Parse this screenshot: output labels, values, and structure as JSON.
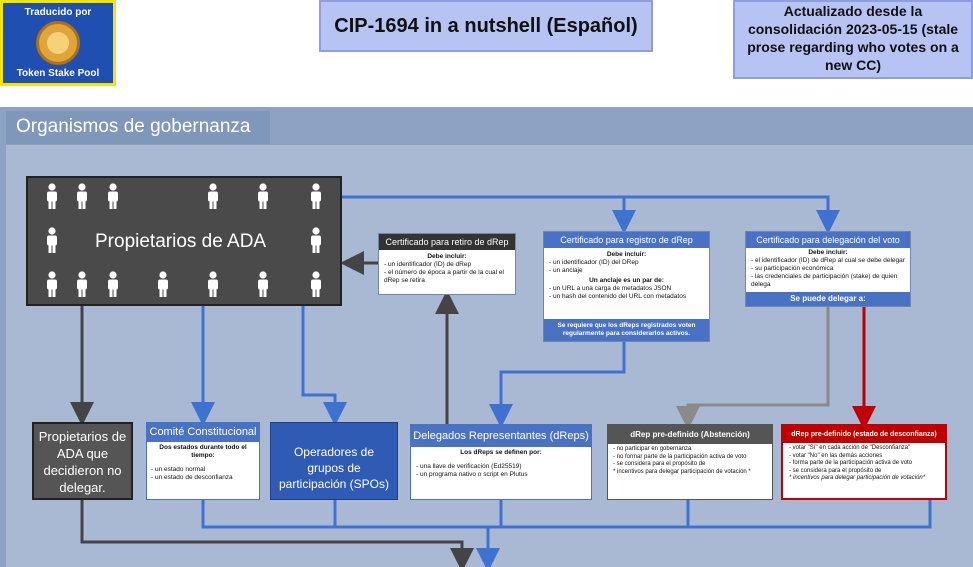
{
  "badge": {
    "line1": "Traducido por",
    "line2": "Token Stake Pool"
  },
  "header": {
    "title": "CIP-1694 in a nutshell (Español)",
    "update_note": "Actualizado desde la consolidación 2023-05-15 (stale prose regarding who votes on a new CC)"
  },
  "section": {
    "title": "Organismos de gobernanza"
  },
  "ada_holders": {
    "label": "Propietarios de ADA"
  },
  "cert_retire": {
    "title": "Certificado para retiro de dRep",
    "must": "Debe incluir:",
    "items": [
      "- un identificador (ID) de dRep",
      "- el número de época a partir de la cual el dRep se retira"
    ]
  },
  "cert_register": {
    "title": "Certificado para registro de dRep",
    "must": "Debe incluir:",
    "items": [
      "- un identificador (ID) del DRep",
      "- un anclaje"
    ],
    "anchor_title": "Un anclaje es un par de:",
    "anchor_items": [
      "- un URL a una carga de metadatos JSON",
      "- un hash del contenido del URL con metadatos"
    ],
    "footer": "Se requiere que los dReps registrados voten regularmente para considerarlos activos."
  },
  "cert_delegation": {
    "title": "Certificado para delegación del voto",
    "must": "Debe incluir:",
    "items": [
      "- el identificador (ID) de dRep al cual se debe delegar",
      "- su participación económica",
      "- las credenciales de participación (stake) de quien delega"
    ],
    "footer": "Se puede delegar a:"
  },
  "non_delegators": {
    "label": "Propietarios de ADA que decidieron no delegar."
  },
  "committee": {
    "title": "Comité Constitucional",
    "subtitle": "Dos estados durante todo el tiempo:",
    "items": [
      "- un estado normal",
      "- un estado de desconfianza"
    ]
  },
  "spos": {
    "label": "Operadores de grupos de participación (SPOs)"
  },
  "dreps": {
    "title": "Delegados Representantes (dReps)",
    "subtitle": "Los dReps se definen por:",
    "items": [
      "- una llave de verificación (Ed25519)",
      "- un programa nativo o script en Plutus"
    ]
  },
  "abstain": {
    "title": "dRep pre-definido (Abstención)",
    "items": [
      "- no participar en gobernanza",
      "- no formar parte de la participación activa de voto",
      "- se considera para el propósito de",
      "* incentivos para delegar participación de votación *"
    ]
  },
  "no_confidence": {
    "title": "dRep pre-definido (estado de desconfianza)",
    "items": [
      "- votar \"Sí\" en cada acción de \"Desconfianza\"",
      "- votar \"No\" en las demás acciones",
      "- forma parte de la participación activa de voto",
      "- se considera para el propósito de",
      "* incentivos para delegar participación de votación*"
    ]
  },
  "colors": {
    "panel": "#8ea3c4",
    "inner": "#a9b9d3",
    "arrow_blue": "#3f72d0",
    "arrow_gray": "#444444",
    "red": "#c00000"
  }
}
